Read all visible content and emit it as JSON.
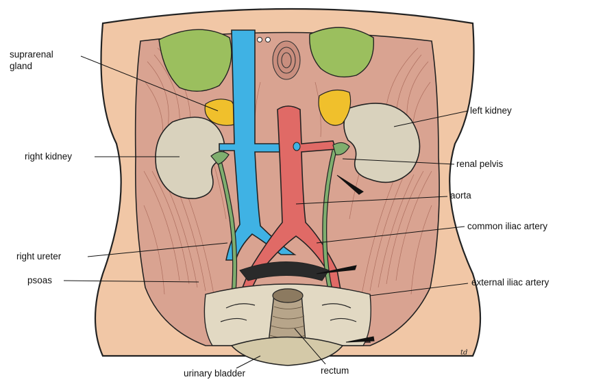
{
  "labels": {
    "suprarenal_gland_line1": "suprarenal",
    "suprarenal_gland_line2": "gland",
    "left_kidney": "left kidney",
    "right_kidney": "right kidney",
    "renal_pelvis": "renal pelvis",
    "aorta": "aorta",
    "common_iliac_artery": "common iliac artery",
    "right_ureter": "right ureter",
    "psoas": "psoas",
    "external_iliac_artery": "external iliac artery",
    "urinary_bladder": "urinary bladder",
    "rectum": "rectum"
  },
  "signature": "td",
  "colors": {
    "skin": "#f1c7a6",
    "muscle": "#d9a391",
    "vein_blue": "#3fb2e4",
    "artery_red": "#e06a66",
    "ureter_green": "#7fae6e",
    "diaphragm_green": "#9bbf5e",
    "suprarenal_yellow": "#f0c02c",
    "kidney_beige": "#d9d2bd",
    "pelvis_floor": "#e2d9c3"
  }
}
